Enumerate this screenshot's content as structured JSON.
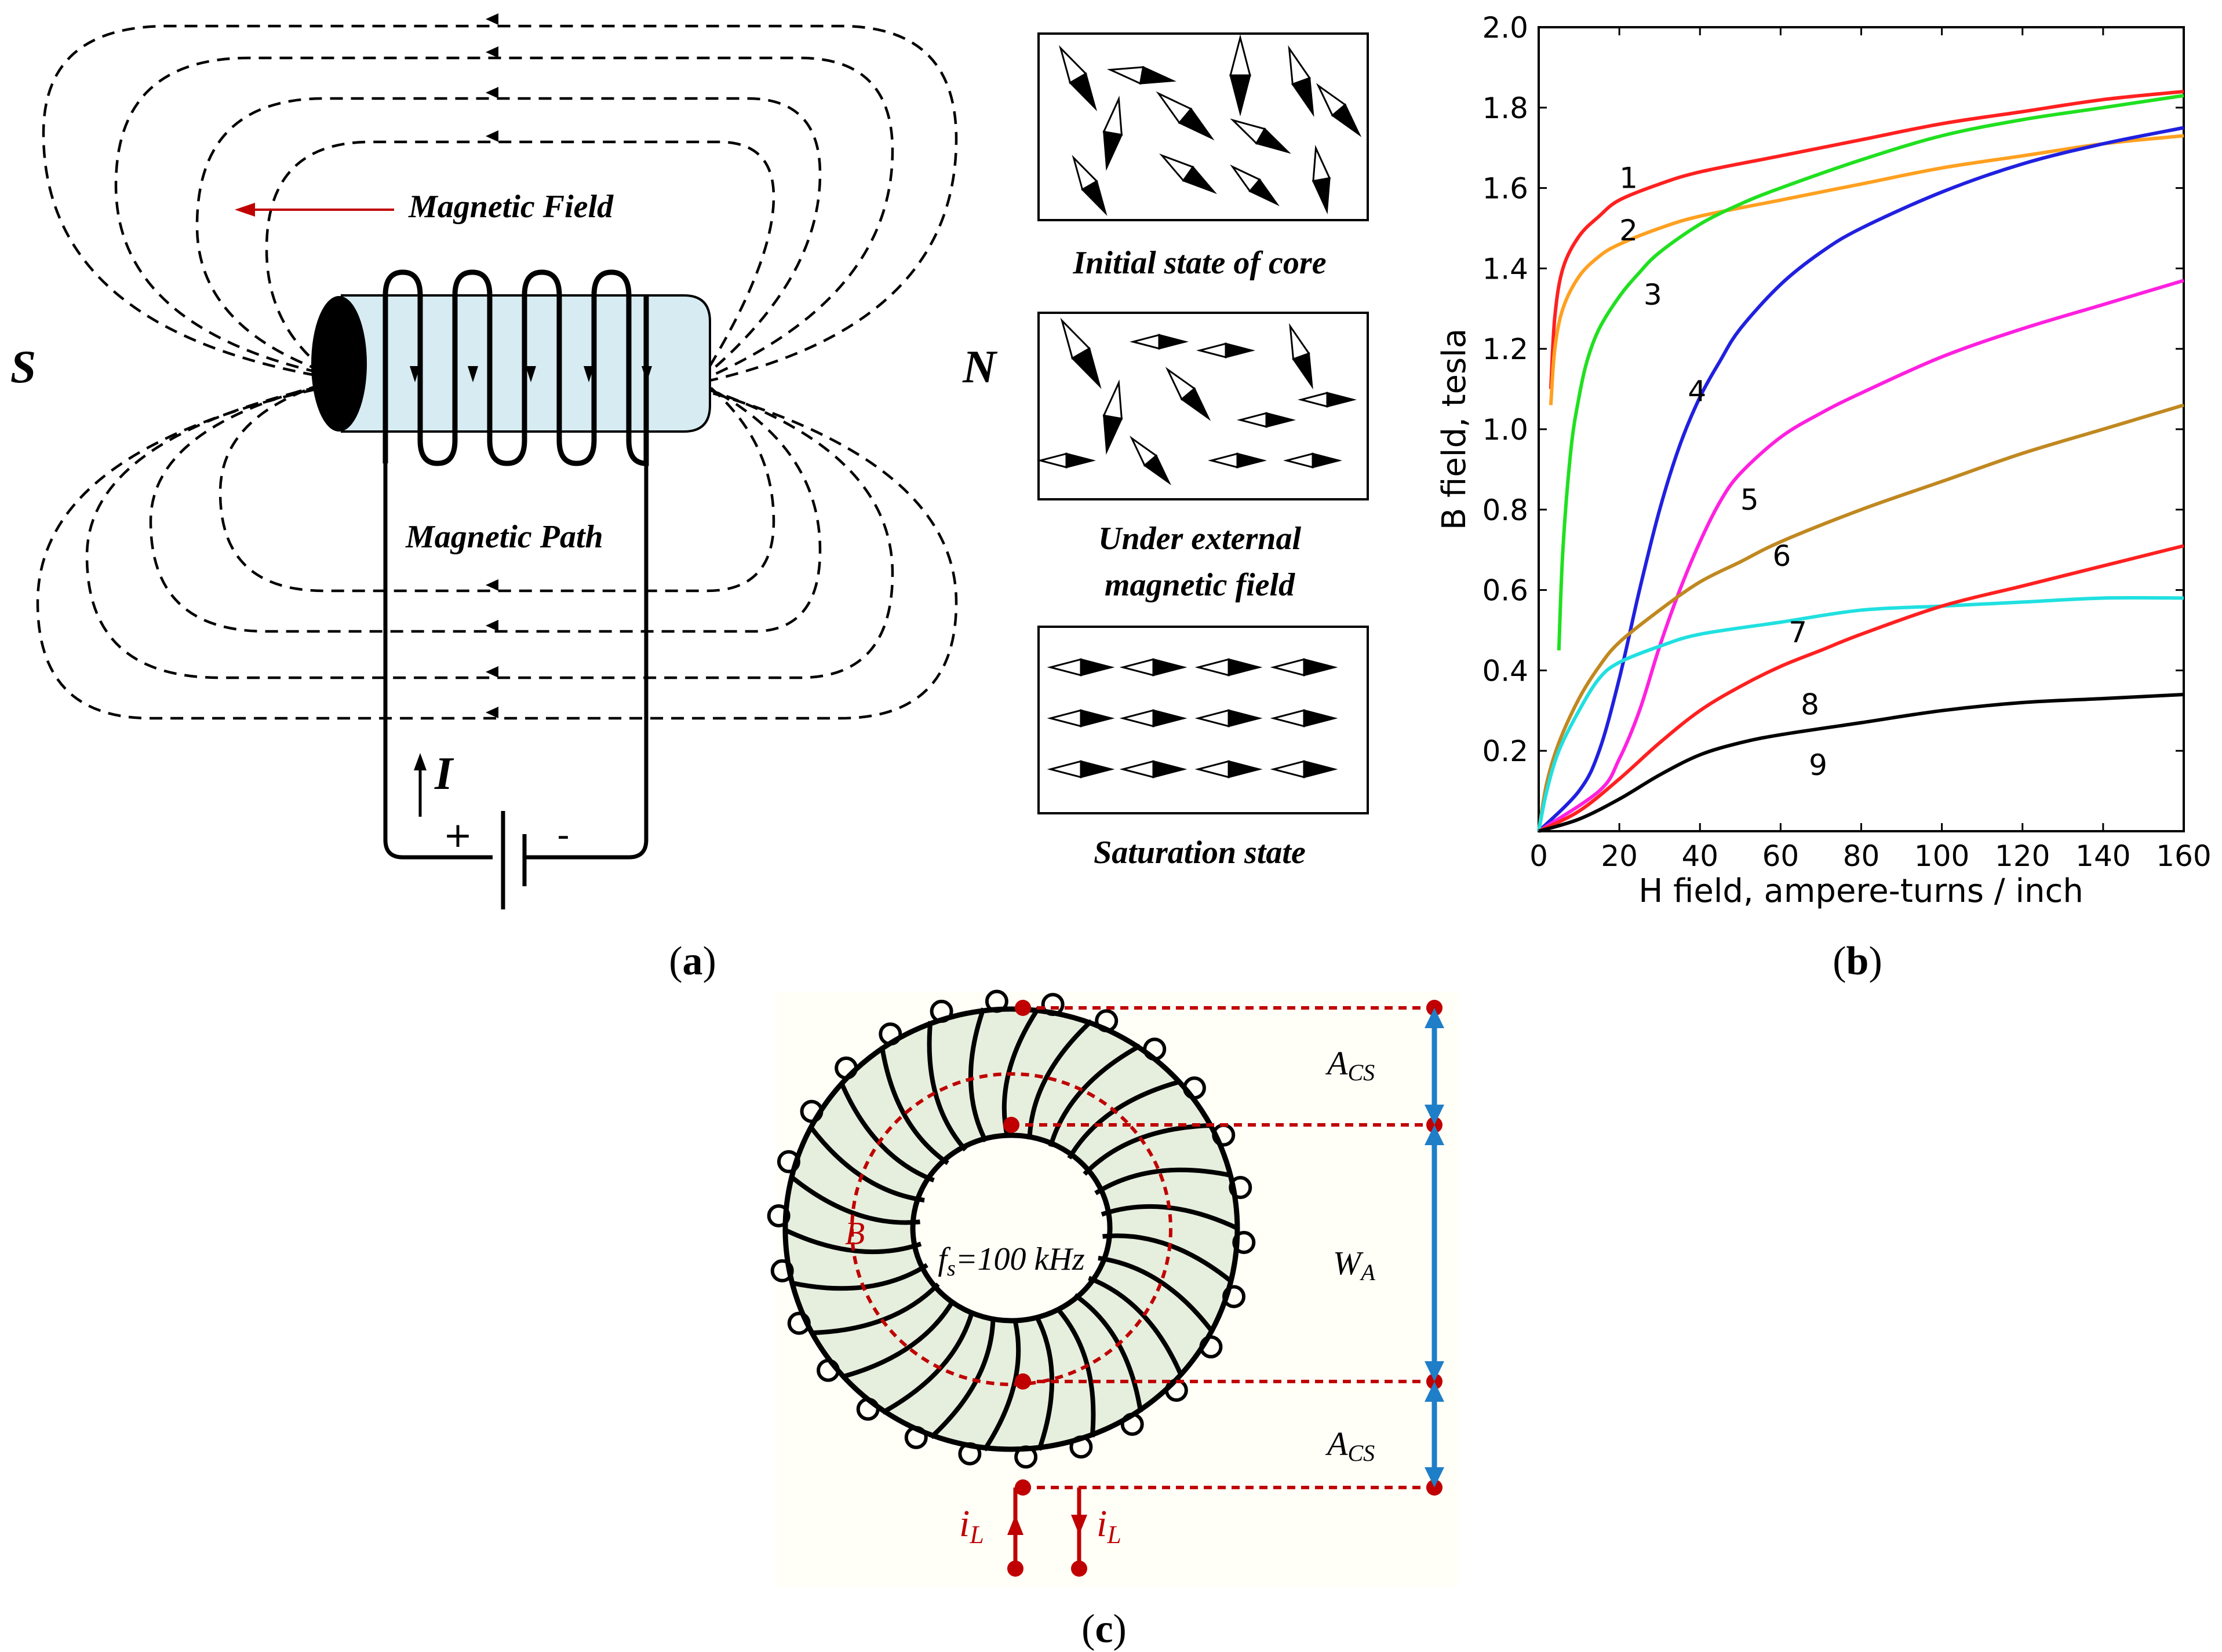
{
  "panel_a": {
    "label_prefix": "(",
    "label_letter": "a",
    "label_suffix": ")",
    "pole_south": "S",
    "pole_north": "N",
    "magnetic_field_label": "Magnetic Field",
    "magnetic_path_label": "Magnetic Path",
    "current_label": "I",
    "battery_plus": "+",
    "battery_minus": "-",
    "domain_states": [
      {
        "caption": [
          "Initial state of core"
        ]
      },
      {
        "caption": [
          "Under external",
          "magnetic field"
        ]
      },
      {
        "caption": [
          "Saturation state"
        ]
      }
    ],
    "colors": {
      "core_fill": "#d6ebf2",
      "field_arrow": "#c00000"
    }
  },
  "panel_b": {
    "label_prefix": "(",
    "label_letter": "b",
    "label_suffix": ")",
    "chart_data": {
      "type": "line",
      "xlabel": "H field, ampere-turns / inch",
      "ylabel": "B field, tesla",
      "xlim": [
        0,
        160
      ],
      "ylim": [
        0,
        2.0
      ],
      "xticks": [
        "0",
        "20",
        "40",
        "60",
        "80",
        "100",
        "120",
        "140",
        "160"
      ],
      "yticks": [
        "0.2",
        "0.4",
        "0.6",
        "0.8",
        "1.0",
        "1.2",
        "1.4",
        "1.6",
        "1.8",
        "2.0"
      ],
      "grid": false,
      "series": [
        {
          "name": "1",
          "color": "#ff2020",
          "label_at": [
            20,
            1.6
          ],
          "points": [
            [
              3,
              1.1
            ],
            [
              4,
              1.28
            ],
            [
              6,
              1.4
            ],
            [
              10,
              1.48
            ],
            [
              15,
              1.53
            ],
            [
              20,
              1.57
            ],
            [
              30,
              1.61
            ],
            [
              40,
              1.64
            ],
            [
              60,
              1.68
            ],
            [
              80,
              1.72
            ],
            [
              100,
              1.76
            ],
            [
              120,
              1.79
            ],
            [
              140,
              1.82
            ],
            [
              160,
              1.84
            ]
          ]
        },
        {
          "name": "2",
          "color": "#ffa020",
          "label_at": [
            20,
            1.47
          ],
          "points": [
            [
              3,
              1.06
            ],
            [
              4,
              1.2
            ],
            [
              6,
              1.3
            ],
            [
              10,
              1.38
            ],
            [
              15,
              1.43
            ],
            [
              20,
              1.46
            ],
            [
              30,
              1.5
            ],
            [
              40,
              1.53
            ],
            [
              60,
              1.57
            ],
            [
              80,
              1.61
            ],
            [
              100,
              1.65
            ],
            [
              120,
              1.68
            ],
            [
              140,
              1.71
            ],
            [
              160,
              1.73
            ]
          ]
        },
        {
          "name": "3",
          "color": "#20e020",
          "label_at": [
            26,
            1.31
          ],
          "points": [
            [
              5,
              0.45
            ],
            [
              6,
              0.7
            ],
            [
              8,
              0.95
            ],
            [
              10,
              1.08
            ],
            [
              12,
              1.17
            ],
            [
              15,
              1.25
            ],
            [
              20,
              1.33
            ],
            [
              25,
              1.39
            ],
            [
              30,
              1.44
            ],
            [
              40,
              1.51
            ],
            [
              50,
              1.56
            ],
            [
              60,
              1.6
            ],
            [
              80,
              1.67
            ],
            [
              100,
              1.73
            ],
            [
              120,
              1.77
            ],
            [
              140,
              1.8
            ],
            [
              160,
              1.83
            ]
          ]
        },
        {
          "name": "4",
          "color": "#2020e0",
          "label_at": [
            37,
            1.07
          ],
          "points": [
            [
              0,
              0
            ],
            [
              10,
              0.1
            ],
            [
              15,
              0.2
            ],
            [
              20,
              0.38
            ],
            [
              25,
              0.6
            ],
            [
              30,
              0.8
            ],
            [
              35,
              0.96
            ],
            [
              40,
              1.08
            ],
            [
              45,
              1.17
            ],
            [
              50,
              1.25
            ],
            [
              60,
              1.36
            ],
            [
              70,
              1.44
            ],
            [
              80,
              1.5
            ],
            [
              100,
              1.59
            ],
            [
              120,
              1.66
            ],
            [
              140,
              1.71
            ],
            [
              160,
              1.75
            ]
          ]
        },
        {
          "name": "5",
          "color": "#ff20e0",
          "label_at": [
            50,
            0.8
          ],
          "points": [
            [
              0,
              0
            ],
            [
              15,
              0.1
            ],
            [
              20,
              0.18
            ],
            [
              25,
              0.3
            ],
            [
              30,
              0.46
            ],
            [
              35,
              0.6
            ],
            [
              40,
              0.72
            ],
            [
              45,
              0.82
            ],
            [
              50,
              0.89
            ],
            [
              60,
              0.98
            ],
            [
              70,
              1.04
            ],
            [
              80,
              1.09
            ],
            [
              100,
              1.18
            ],
            [
              120,
              1.25
            ],
            [
              140,
              1.31
            ],
            [
              160,
              1.37
            ]
          ]
        },
        {
          "name": "6",
          "color": "#c08820",
          "label_at": [
            58,
            0.66
          ],
          "points": [
            [
              0,
              0
            ],
            [
              2,
              0.12
            ],
            [
              5,
              0.22
            ],
            [
              10,
              0.33
            ],
            [
              15,
              0.41
            ],
            [
              20,
              0.47
            ],
            [
              30,
              0.55
            ],
            [
              40,
              0.62
            ],
            [
              50,
              0.67
            ],
            [
              60,
              0.72
            ],
            [
              80,
              0.8
            ],
            [
              100,
              0.87
            ],
            [
              120,
              0.94
            ],
            [
              140,
              1.0
            ],
            [
              160,
              1.06
            ]
          ]
        },
        {
          "name": "7",
          "color": "#20e0e0",
          "label_at": [
            62,
            0.47
          ],
          "points": [
            [
              0,
              0
            ],
            [
              2,
              0.1
            ],
            [
              5,
              0.2
            ],
            [
              10,
              0.3
            ],
            [
              15,
              0.38
            ],
            [
              20,
              0.42
            ],
            [
              30,
              0.46
            ],
            [
              40,
              0.49
            ],
            [
              60,
              0.52
            ],
            [
              80,
              0.55
            ],
            [
              100,
              0.56
            ],
            [
              120,
              0.57
            ],
            [
              140,
              0.58
            ],
            [
              160,
              0.58
            ]
          ]
        },
        {
          "name": "8",
          "color": "#ff2020",
          "label_at": [
            65,
            0.29
          ],
          "points": [
            [
              0,
              0
            ],
            [
              10,
              0.05
            ],
            [
              20,
              0.13
            ],
            [
              30,
              0.22
            ],
            [
              40,
              0.3
            ],
            [
              50,
              0.36
            ],
            [
              60,
              0.41
            ],
            [
              70,
              0.45
            ],
            [
              80,
              0.49
            ],
            [
              100,
              0.56
            ],
            [
              120,
              0.61
            ],
            [
              140,
              0.66
            ],
            [
              160,
              0.71
            ]
          ]
        },
        {
          "name": "9",
          "color": "#000000",
          "label_at": [
            67,
            0.14
          ],
          "points": [
            [
              0,
              0
            ],
            [
              10,
              0.03
            ],
            [
              20,
              0.08
            ],
            [
              30,
              0.14
            ],
            [
              40,
              0.19
            ],
            [
              50,
              0.22
            ],
            [
              60,
              0.24
            ],
            [
              80,
              0.27
            ],
            [
              100,
              0.3
            ],
            [
              120,
              0.32
            ],
            [
              140,
              0.33
            ],
            [
              160,
              0.34
            ]
          ]
        }
      ]
    }
  },
  "panel_c": {
    "label_prefix": "(",
    "label_letter": "c",
    "label_suffix": ")",
    "flux_label": "B",
    "frequency_label": {
      "main": "f",
      "sub": "s",
      "rest": "=100 kHz"
    },
    "dims": [
      {
        "main": "A",
        "sub": "CS"
      },
      {
        "main": "W",
        "sub": "A"
      },
      {
        "main": "A",
        "sub": "CS"
      }
    ],
    "current_label": {
      "main": "i",
      "sub": "L"
    },
    "colors": {
      "core_fill": "#e6eedd",
      "background": "#fffff8",
      "dim_line": "#c00000",
      "dim_arrow": "#1f7ec8"
    }
  }
}
